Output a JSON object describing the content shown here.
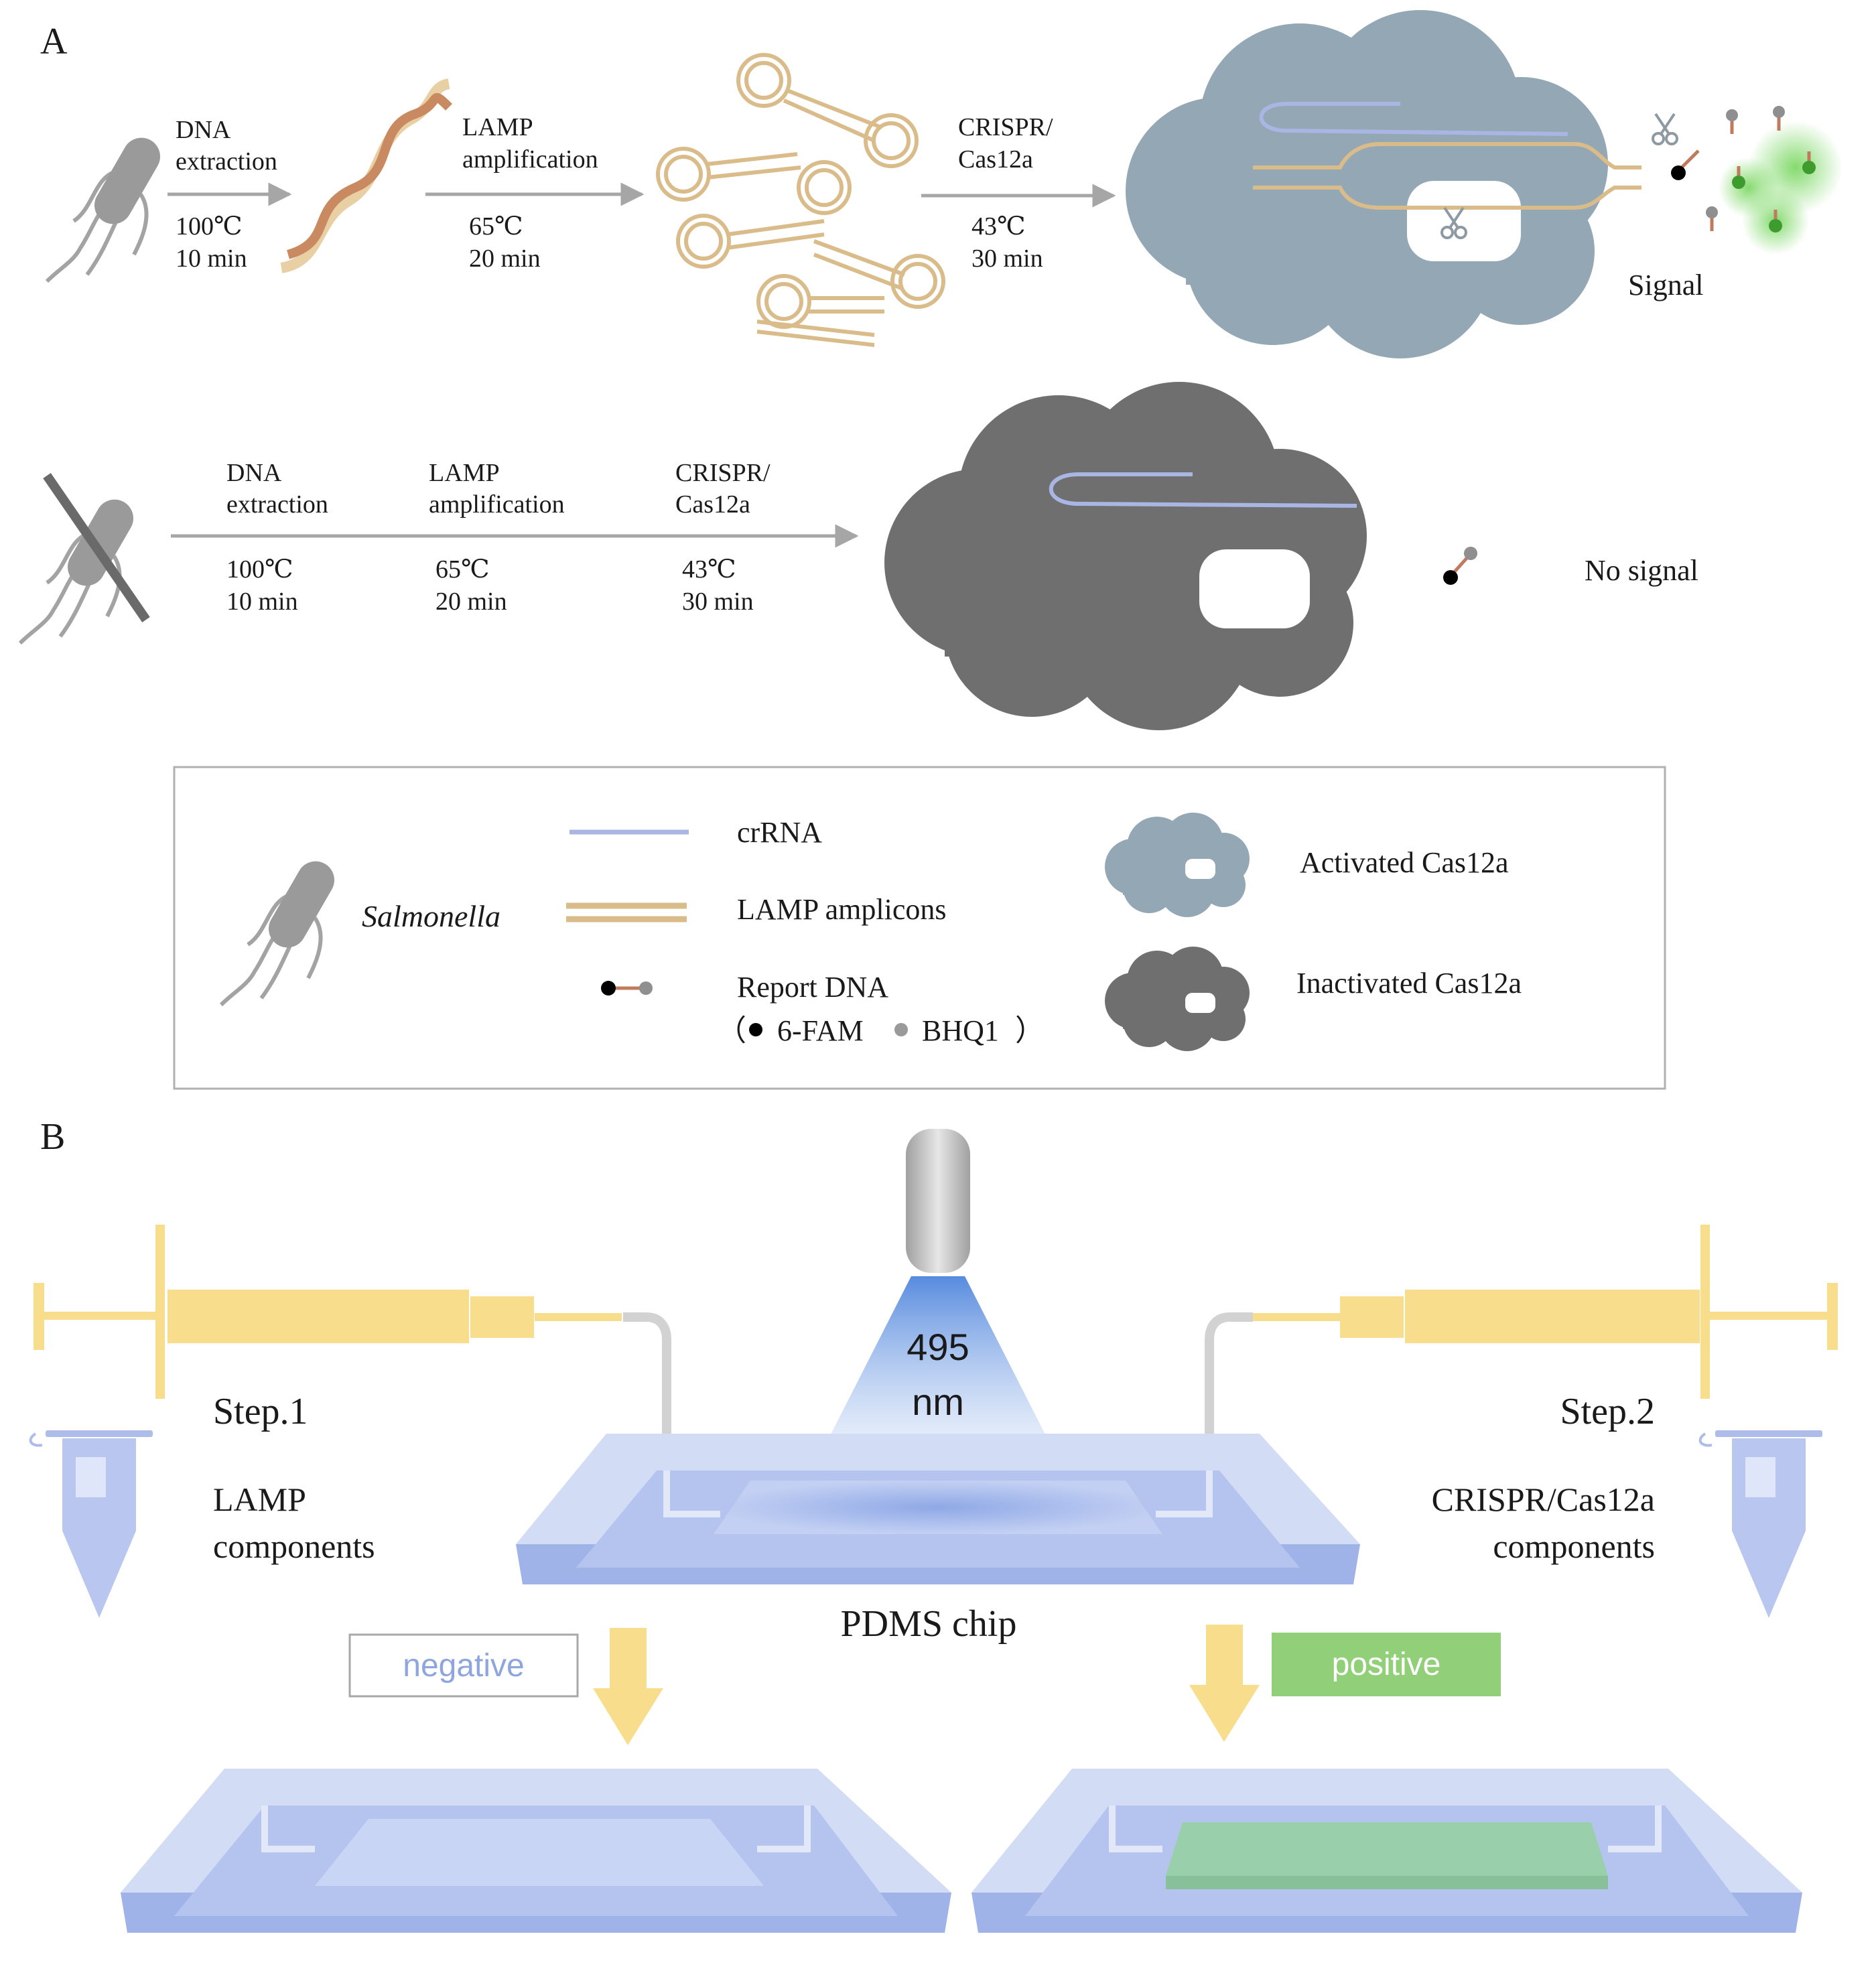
{
  "panel_a": {
    "label": "A",
    "positive_row": {
      "step1": {
        "line1": "DNA",
        "line2": "extraction",
        "temp": "100℃",
        "time": "10 min"
      },
      "step2": {
        "line1": "LAMP",
        "line2": "amplification",
        "temp": "65℃",
        "time": "20 min"
      },
      "step3": {
        "line1": "CRISPR/",
        "line2": "Cas12a",
        "temp": "43℃",
        "time": "30 min"
      },
      "result": "Signal"
    },
    "negative_row": {
      "step1": {
        "line1": "DNA",
        "line2": "extraction",
        "temp": "100℃",
        "time": "10 min"
      },
      "step2": {
        "line1": "LAMP",
        "line2": "amplification",
        "temp": "65℃",
        "time": "20 min"
      },
      "step3": {
        "line1": "CRISPR/",
        "line2": "Cas12a",
        "temp": "43℃",
        "time": "30 min"
      },
      "result": "No signal"
    },
    "legend": {
      "salmonella": "Salmonella",
      "crrna": "crRNA",
      "lamp_amplicons": "LAMP amplicons",
      "report_dna": "Report DNA",
      "report_open": "（",
      "fam": "6-FAM",
      "bhq": "BHQ1",
      "report_close": "）",
      "activated": "Activated Cas12a",
      "inactivated": "Inactivated Cas12a"
    }
  },
  "panel_b": {
    "label": "B",
    "wavelength_value": "495",
    "wavelength_unit": "nm",
    "step1": "Step.1",
    "step1_line1": "LAMP",
    "step1_line2": "components",
    "step2": "Step.2",
    "step2_line1": "CRISPR/Cas12a",
    "step2_line2": "components",
    "chip": "PDMS chip",
    "negative": "negative",
    "positive": "positive"
  },
  "colors": {
    "bacteria": "#9a9a9a",
    "crrna": "#a9b6e4",
    "lamp": "#d9bc8a",
    "activated_cas": "#93a8b4",
    "inactivated_cas": "#6f6f6f",
    "fluorescence": "#63b84d",
    "syringe": "#f8de8c",
    "chip": "#b7c6ee",
    "negative_label": "#8ea6dd",
    "positive_fill": "#92cf79"
  }
}
